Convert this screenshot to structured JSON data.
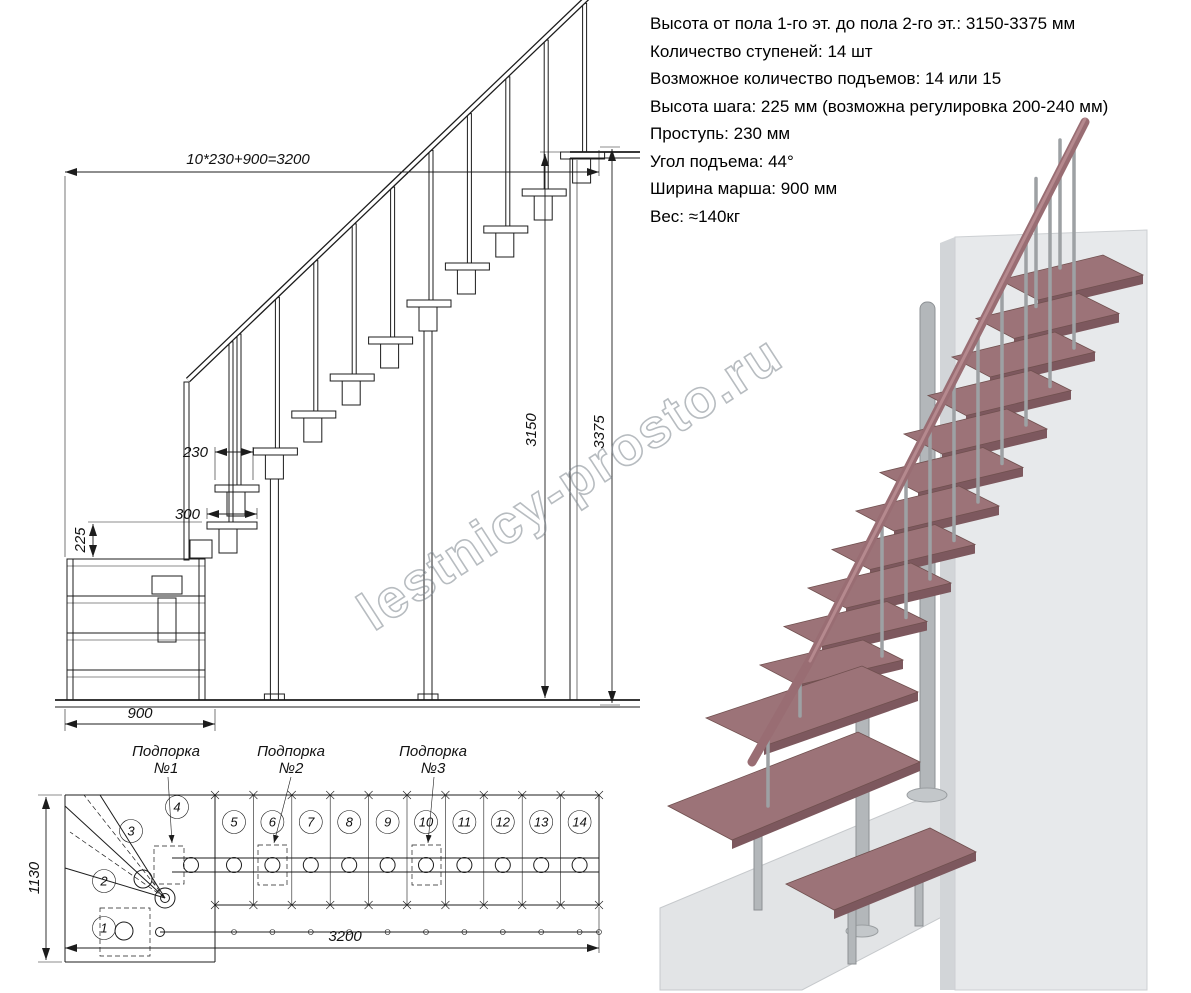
{
  "specs": {
    "lines": [
      "Высота от пола 1-го эт. до пола 2-го эт.: 3150-3375 мм",
      "Количество ступеней: 14 шт",
      "Возможное количество подъемов: 14 или 15",
      "Высота шага: 225 мм (возможна регулировка 200-240 мм)",
      "Проступь: 230 мм",
      "Угол подъема: 44°",
      "Ширина марша: 900 мм",
      "Вес: ≈140кг"
    ]
  },
  "elevation_dims": {
    "total_run": "10*230+900=3200",
    "tread_depth": "230",
    "tread_depth_wide": "300",
    "step_rise": "225",
    "landing_width": "900",
    "floor_to_floor": "3150",
    "total_height": "3375"
  },
  "plan_dims": {
    "depth": "1130",
    "length": "3200"
  },
  "plan_supports": [
    {
      "line1": "Подпорка",
      "line2": "№1"
    },
    {
      "line1": "Подпорка",
      "line2": "№2"
    },
    {
      "line1": "Подпорка",
      "line2": "№3"
    }
  ],
  "plan_step_numbers": [
    "1",
    "2",
    "3",
    "4",
    "5",
    "6",
    "7",
    "8",
    "9",
    "10",
    "11",
    "12",
    "13",
    "14"
  ],
  "watermark": "lestnicy-prosto.ru",
  "colors": {
    "line": "#1c1c1c",
    "tread": "#9c7378",
    "rail": "#996d73",
    "metal": "#b3b7ba",
    "wall": "#e7e9eb",
    "floor": "#e2e4e6",
    "watermark": "#7e868e"
  }
}
